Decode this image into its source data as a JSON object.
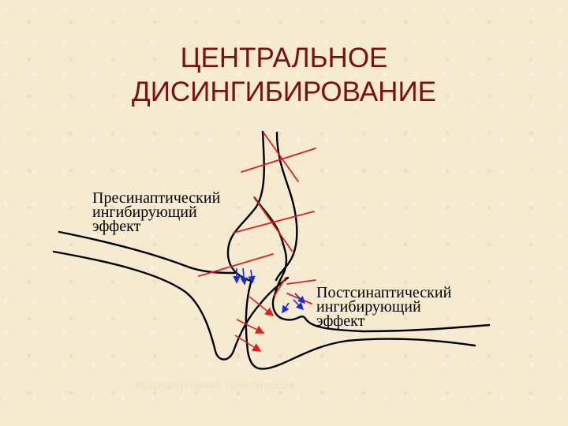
{
  "title": {
    "line1": "ЦЕНТРАЛЬНОЕ",
    "line2": "ДИСИНГИБИРОВАНИЕ"
  },
  "presynaptic": {
    "line1": "Пресинаптический",
    "line2": "ингибирующий",
    "line3": "эффект"
  },
  "postsynaptic": {
    "line1": "Постсинаптический",
    "line2": "ингибирующий",
    "line3": "эффект"
  },
  "footer": "Ноцицептивная трансмиссия",
  "colors": {
    "title": "#7a1010",
    "outline": "#000000",
    "block_line": "#e02020",
    "vesicle_arrow": "#1a2fd0"
  }
}
